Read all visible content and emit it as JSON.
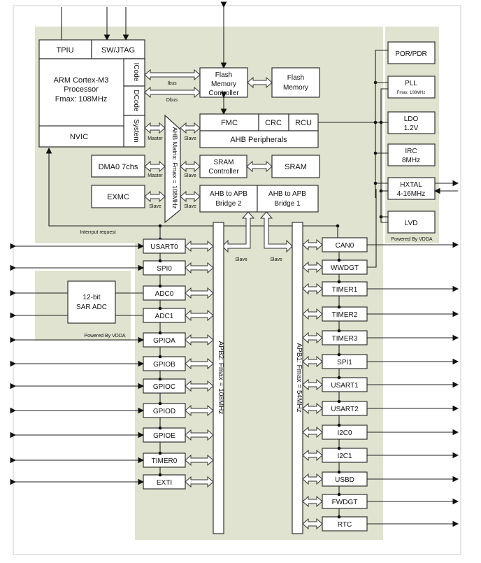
{
  "cpu": {
    "tpiu": "TPIU",
    "swjtag": "SW/JTAG",
    "processor_line1": "ARM Cortex-M3",
    "processor_line2": "Processor",
    "processor_line3": "Fmax: 108MHz",
    "icode": "ICode",
    "dcode": "DCode",
    "system": "System",
    "nvic": "NVIC"
  },
  "bus_labels": {
    "ibus": "Ibus",
    "dbus": "Dbus",
    "master": "Master",
    "slave": "Slave",
    "interrupt": "Interrput request"
  },
  "ahb_matrix": "AHB Matrix: Fmax = 108MHz",
  "memory": {
    "fmc_ctrl_1": "Flash",
    "fmc_ctrl_2": "Memory",
    "fmc_ctrl_3": "Controller",
    "flash_1": "Flash",
    "flash_2": "Memory",
    "sram_ctrl_1": "SRAM",
    "sram_ctrl_2": "Controller",
    "sram": "SRAM"
  },
  "ahb_periph": {
    "fmc": "FMC",
    "crc": "CRC",
    "rcu": "RCU",
    "label": "AHB Peripherals"
  },
  "masters": {
    "dma": "DMA0 7chs",
    "exmc": "EXMC"
  },
  "bridges": {
    "b2_1": "AHB to APB",
    "b2_2": "Bridge 2",
    "b1_1": "AHB to APB",
    "b1_2": "Bridge 1"
  },
  "apb2": "APB2: Fmax = 108MHz",
  "apb1": "APB1: Fmax = 54MHz",
  "apb2_periph": [
    "USART0",
    "SPI0",
    "ADC0",
    "ADC1",
    "GPIOA",
    "GPIOB",
    "GPIOC",
    "GPIOD",
    "GPIOE",
    "TIMER0",
    "EXTI"
  ],
  "apb1_periph": [
    "CAN0",
    "WWDGT",
    "TIMER1",
    "TIMER2",
    "TIMER3",
    "SPI1",
    "USART1",
    "USART2",
    "I2C0",
    "I2C1",
    "USBD",
    "FWDGT",
    "RTC"
  ],
  "adc": {
    "line1": "12-bit",
    "line2": "SAR ADC",
    "power": "Powered By VDDA"
  },
  "analog": {
    "por": "POR/PDR",
    "pll": "PLL",
    "pll_sub": "Fmax: 108MHz",
    "ldo1": "LDO",
    "ldo2": "1.2V",
    "irc1": "IRC",
    "irc2": "8MHz",
    "hxtal1": "HXTAL",
    "hxtal2": "4-16MHz",
    "lvd": "LVD",
    "power": "Powered By VDDA"
  },
  "colors": {
    "region": "#dfe3cf",
    "box": "#ffffff",
    "line": "#222222"
  }
}
